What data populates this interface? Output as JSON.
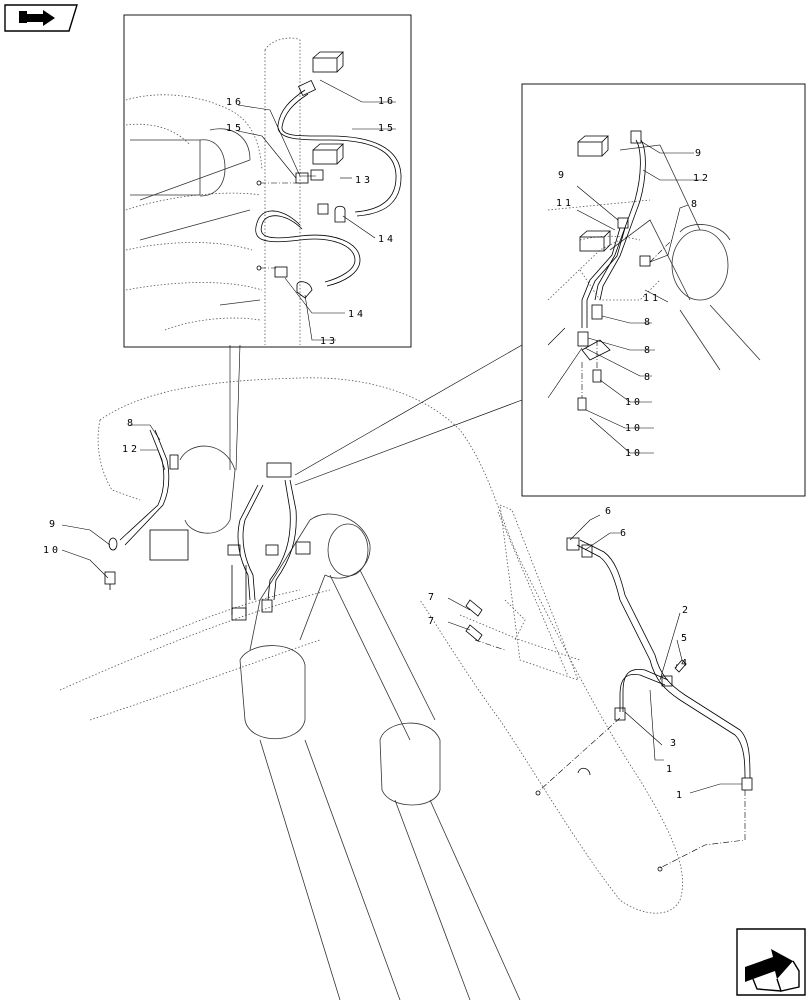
{
  "diagram": {
    "callouts": {
      "c_16a": "16",
      "c_16b": "16",
      "c_15a": "15",
      "c_15b": "15",
      "c_13a": "13",
      "c_13b": "13",
      "c_14a": "14",
      "c_14b": "14",
      "c_9a": "9",
      "c_9b": "9",
      "c_9c": "9",
      "c_12a": "12",
      "c_12b": "12",
      "c_11a": "11",
      "c_11b": "11",
      "c_8a": "8",
      "c_8b": "8",
      "c_8c": "8",
      "c_8d": "8",
      "c_8e": "8",
      "c_10a": "10",
      "c_10b": "10",
      "c_10c": "10",
      "c_10d": "10",
      "c_6a": "6",
      "c_6b": "6",
      "c_7a": "7",
      "c_7b": "7",
      "c_2": "2",
      "c_5": "5",
      "c_4": "4",
      "c_3": "3",
      "c_1a": "1",
      "c_1b": "1"
    }
  },
  "navigation": {
    "prev_icon": "arrow-back-icon",
    "next_icon": "arrow-next-icon"
  }
}
